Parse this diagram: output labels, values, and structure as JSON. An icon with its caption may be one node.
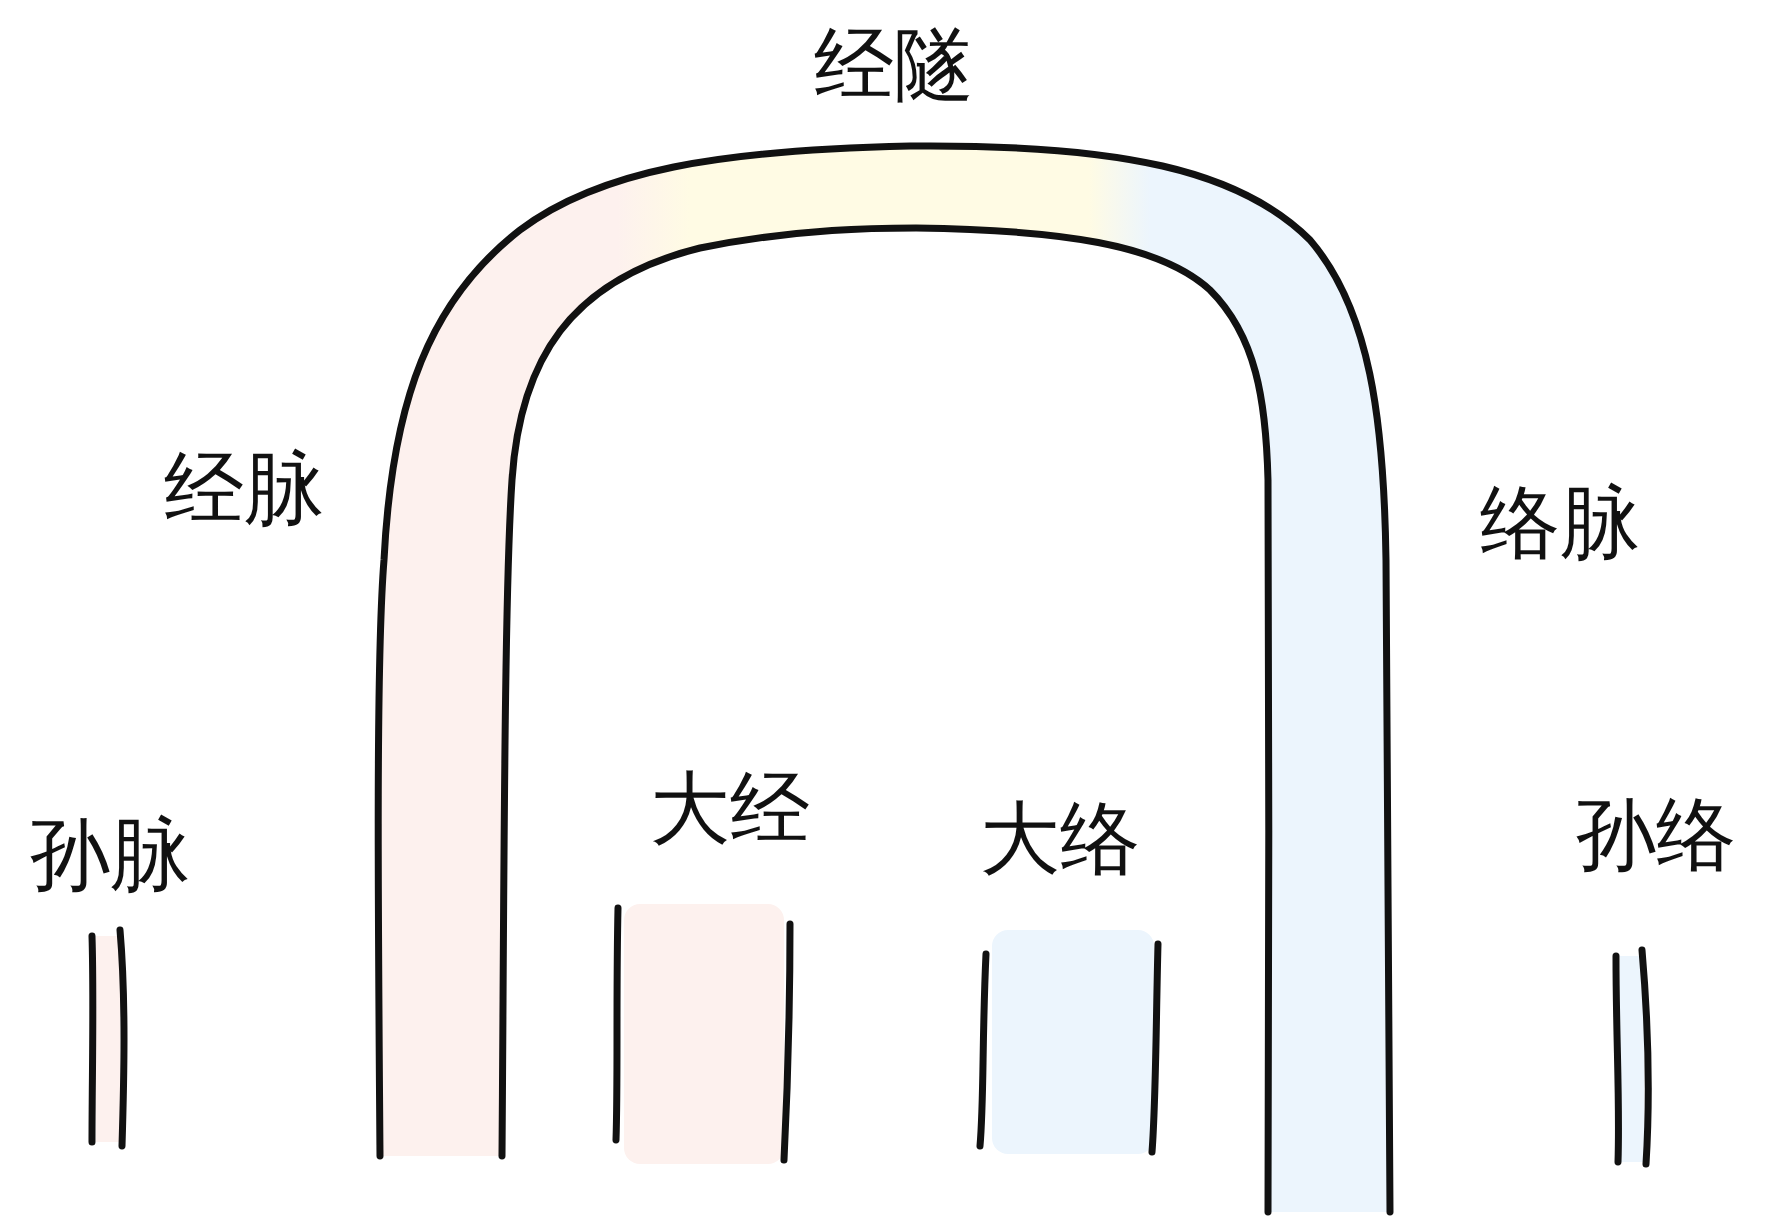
{
  "diagram": {
    "labels": [
      "经隧",
      "经脉",
      "络脉",
      "孙脉",
      "大经",
      "大络",
      "孙络"
    ]
  }
}
